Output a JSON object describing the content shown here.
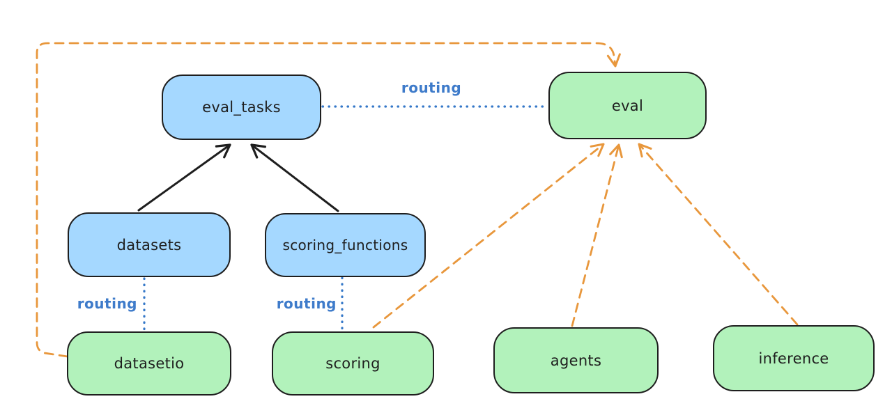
{
  "nodes": {
    "eval_tasks": {
      "label": "eval_tasks",
      "kind": "api-registry"
    },
    "datasets": {
      "label": "datasets",
      "kind": "api-registry"
    },
    "scoring_functions": {
      "label": "scoring_functions",
      "kind": "api-registry"
    },
    "eval": {
      "label": "eval",
      "kind": "provider-api"
    },
    "datasetio": {
      "label": "datasetio",
      "kind": "provider-api"
    },
    "scoring": {
      "label": "scoring",
      "kind": "provider-api"
    },
    "agents": {
      "label": "agents",
      "kind": "provider-api"
    },
    "inference": {
      "label": "inference",
      "kind": "provider-api"
    }
  },
  "edges": {
    "eval_tasks_eval": {
      "from": "eval_tasks",
      "to": "eval",
      "label": "routing",
      "style": "blue-dotted"
    },
    "datasets_datasetio": {
      "from": "datasets",
      "to": "datasetio",
      "label": "routing",
      "style": "blue-dotted"
    },
    "scoring_functions_scoring": {
      "from": "scoring_functions",
      "to": "scoring",
      "label": "routing",
      "style": "blue-dotted"
    },
    "datasets_eval_tasks": {
      "from": "datasets",
      "to": "eval_tasks",
      "style": "black-solid-arrow"
    },
    "scoring_functions_eval_tasks": {
      "from": "scoring_functions",
      "to": "eval_tasks",
      "style": "black-solid-arrow"
    },
    "datasetio_eval": {
      "from": "datasetio",
      "to": "eval",
      "style": "orange-dashed-arrow"
    },
    "scoring_eval": {
      "from": "scoring",
      "to": "eval",
      "style": "orange-dashed-arrow"
    },
    "agents_eval": {
      "from": "agents",
      "to": "eval",
      "style": "orange-dashed-arrow"
    },
    "inference_eval": {
      "from": "inference",
      "to": "eval",
      "style": "orange-dashed-arrow"
    }
  },
  "colors": {
    "api_node_fill": "#a5d8ff",
    "provider_node_fill": "#b2f2bb",
    "node_stroke": "#1e1e1e",
    "routing_line_blue": "#3578c8",
    "routing_label_blue": "#3e7bca",
    "dependency_orange": "#e8973c",
    "black_arrow": "#1e1e1e",
    "background": "#ffffff"
  }
}
